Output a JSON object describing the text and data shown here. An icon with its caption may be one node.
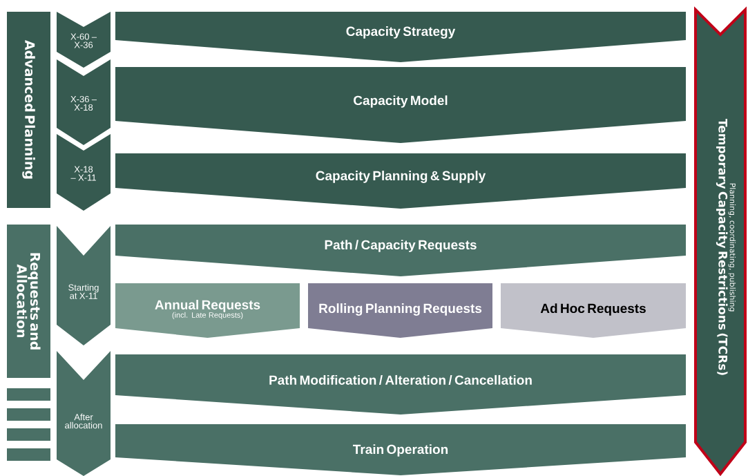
{
  "diagram": {
    "nodes": [
      {
        "text": [
          "Advanced Planning"
        ]
      },
      {
        "text": [
          "X-60 – X-36"
        ]
      },
      {
        "text": [
          "Capacity Strategy"
        ]
      },
      {
        "text": [
          "X-36 – X-18"
        ]
      },
      {
        "text": [
          "Capacity Model"
        ]
      },
      {
        "text": [
          "X-18 – X-11"
        ]
      },
      {
        "text": [
          "Capacity Planning & Supply"
        ]
      },
      {
        "text": [
          "Requests and Allocation"
        ]
      },
      {
        "text": [],
        "shape": "bar"
      },
      {
        "text": [],
        "shape": "bar"
      },
      {
        "text": [],
        "shape": "bar"
      },
      {
        "text": [],
        "shape": "bar"
      },
      {
        "text": [
          "Starting at X-11"
        ]
      },
      {
        "text": [
          "Path / Capacity Requests"
        ]
      },
      {
        "text": [
          "Annual Requests",
          "(incl. Late Requests)"
        ]
      },
      {
        "text": [
          "Rolling Planning Requests"
        ]
      },
      {
        "text": [
          "Ad Hoc Requests"
        ]
      },
      {
        "text": [
          "After allocation"
        ]
      },
      {
        "text": [
          "Path Modification / Alteration / Cancellation"
        ]
      },
      {
        "text": [
          "Train Operation"
        ]
      },
      {
        "text": [
          "Temporary Capacity Restrictions (TCRs)",
          "Planning, coordinating, publishing"
        ]
      }
    ]
  }
}
